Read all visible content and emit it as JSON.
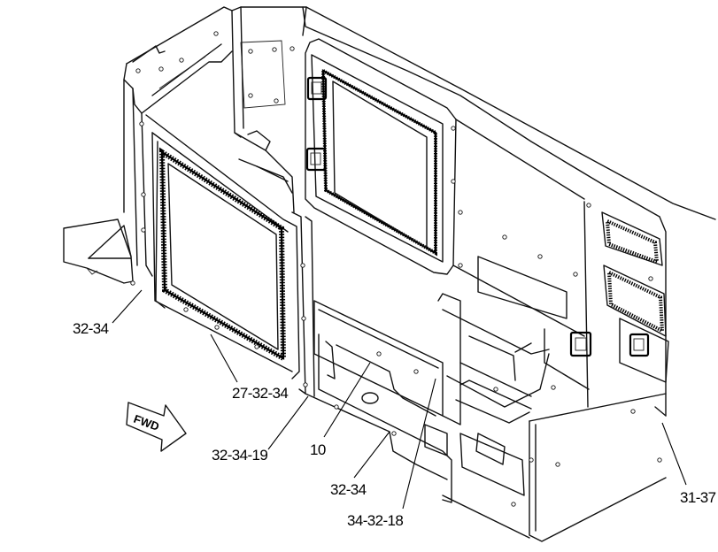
{
  "callouts": {
    "c1": "32-34",
    "c2": "27-32-34",
    "c3": "32-34-19",
    "c4": "10",
    "c5": "32-34",
    "c6": "34-32-18",
    "c7": "31-37"
  },
  "fwd_arrow": {
    "label": "FWD"
  },
  "colors": {
    "line": "#111111",
    "background": "#ffffff"
  }
}
